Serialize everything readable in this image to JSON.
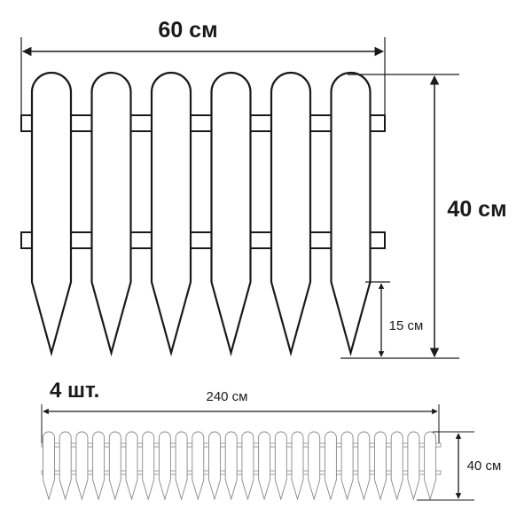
{
  "top_fence": {
    "width_label": "60 см",
    "height_label": "40 см",
    "stake_label": "15 см",
    "picket_count": 6
  },
  "bottom_fence": {
    "quantity_label": "4 шт.",
    "width_label": "240 см",
    "height_label": "40 см",
    "picket_count": 24
  },
  "colors": {
    "line": "#1a1a1a",
    "fill": "#ffffff",
    "small_line": "#888888"
  }
}
